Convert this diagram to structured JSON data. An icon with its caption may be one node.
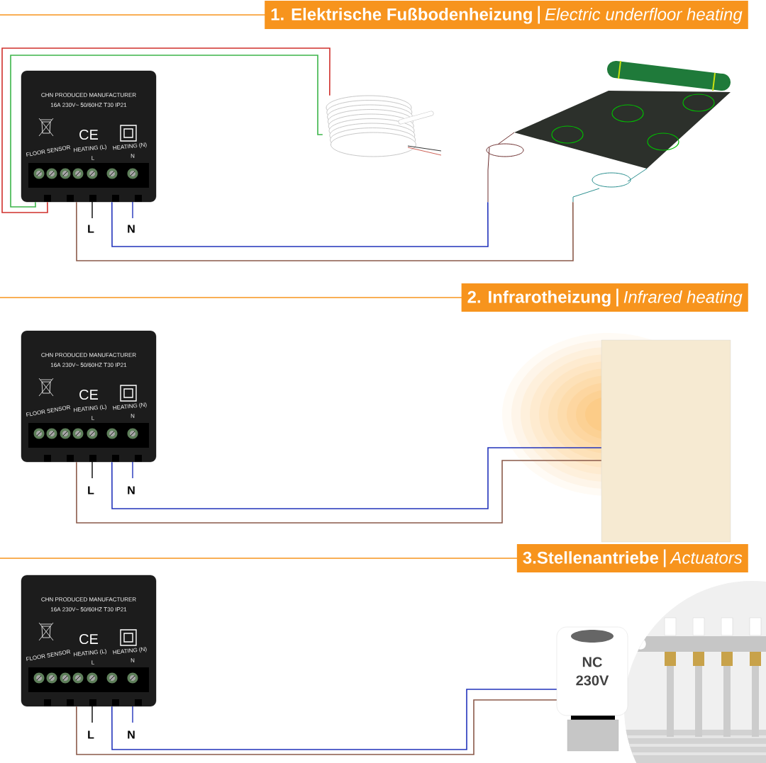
{
  "diagram": {
    "nodes": [
      {
        "text": [
          "1. Elektrische Fußbodenheizung",
          "Electric underfloor heating"
        ]
      },
      {
        "text": [
          "CHN PRODUCED MANUFACTURER",
          "16A 230V~ 50/60HZ T30 IP21",
          "CE",
          "FLOOR SENSOR",
          "HEATING (L)",
          "L",
          "HEATING (N)",
          "N"
        ]
      },
      {
        "text": [],
        "shape": "picture"
      },
      {
        "text": [],
        "shape": "picture"
      },
      {
        "text": [
          "2. Infrarotheizung",
          "Infrared heating"
        ]
      },
      {
        "text": [
          "CHN PRODUCED MANUFACTURER",
          "16A 230V~ 50/60HZ T30 IP21",
          "CE",
          "FLOOR SENSOR",
          "HEATING (L)",
          "L",
          "HEATING (N)",
          "N"
        ]
      },
      {
        "text": [],
        "shape": "picture"
      },
      {
        "text": [
          "3.Stellenantriebe",
          "Actuators"
        ]
      },
      {
        "text": [
          "CHN PRODUCED MANUFACTURER",
          "16A 230V~ 50/60HZ T30 IP21",
          "CE",
          "FLOOR SENSOR",
          "HEATING (L)",
          "L",
          "HEATING (N)",
          "N"
        ]
      },
      {
        "text": [
          "NC 230V"
        ]
      }
    ],
    "edges": [
      {
        "from": 1,
        "to": 2,
        "arrow": "none",
        "color": "#d0312d"
      },
      {
        "from": 1,
        "to": 2,
        "arrow": "none",
        "color": "#3cb54a"
      },
      {
        "from": 1,
        "to": 3,
        "arrow": "none",
        "color": "#2233bb"
      },
      {
        "from": 1,
        "to": 3,
        "arrow": "none",
        "color": "#8b5a4a"
      },
      {
        "from": 5,
        "to": 6,
        "arrow": "none",
        "color": "#2233bb"
      },
      {
        "from": 5,
        "to": 6,
        "arrow": "none",
        "color": "#8b5a4a"
      },
      {
        "from": 8,
        "to": 9,
        "arrow": "none",
        "color": "#2233bb"
      },
      {
        "from": 8,
        "to": 9,
        "arrow": "none",
        "color": "#8b5a4a"
      }
    ],
    "labels": [
      "L",
      "N",
      "L",
      "N",
      "L",
      "N"
    ]
  }
}
